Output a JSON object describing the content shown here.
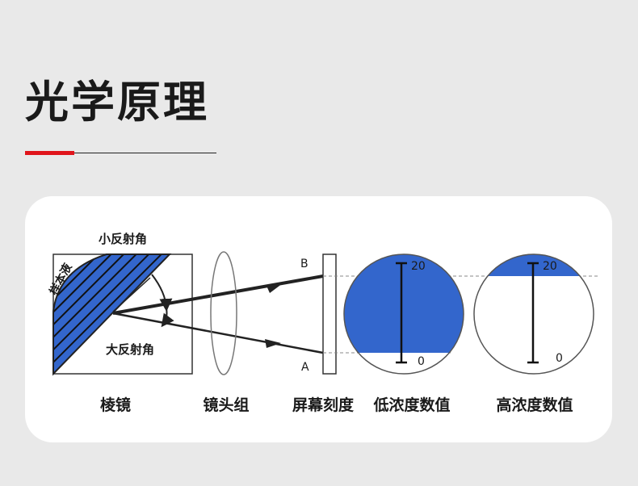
{
  "title": "光学原理",
  "colors": {
    "accent": "#e0141b",
    "fill_blue": "#3366cc",
    "card_bg": "#ffffff",
    "page_bg": "#e9e9e9"
  },
  "diagram": {
    "sample_liquid": "样本液",
    "small_angle": "小反射角",
    "large_angle": "大反射角",
    "point_b": "B",
    "point_a": "A",
    "low_scale_top": "20",
    "low_scale_bottom": "0",
    "high_scale_top": "20",
    "high_scale_bottom": "0",
    "labels": {
      "prism": "棱镜",
      "lens_group": "镜头组",
      "screen_scale": "屏幕刻度",
      "low_concentration": "低浓度数值",
      "high_concentration": "高浓度数值"
    }
  }
}
